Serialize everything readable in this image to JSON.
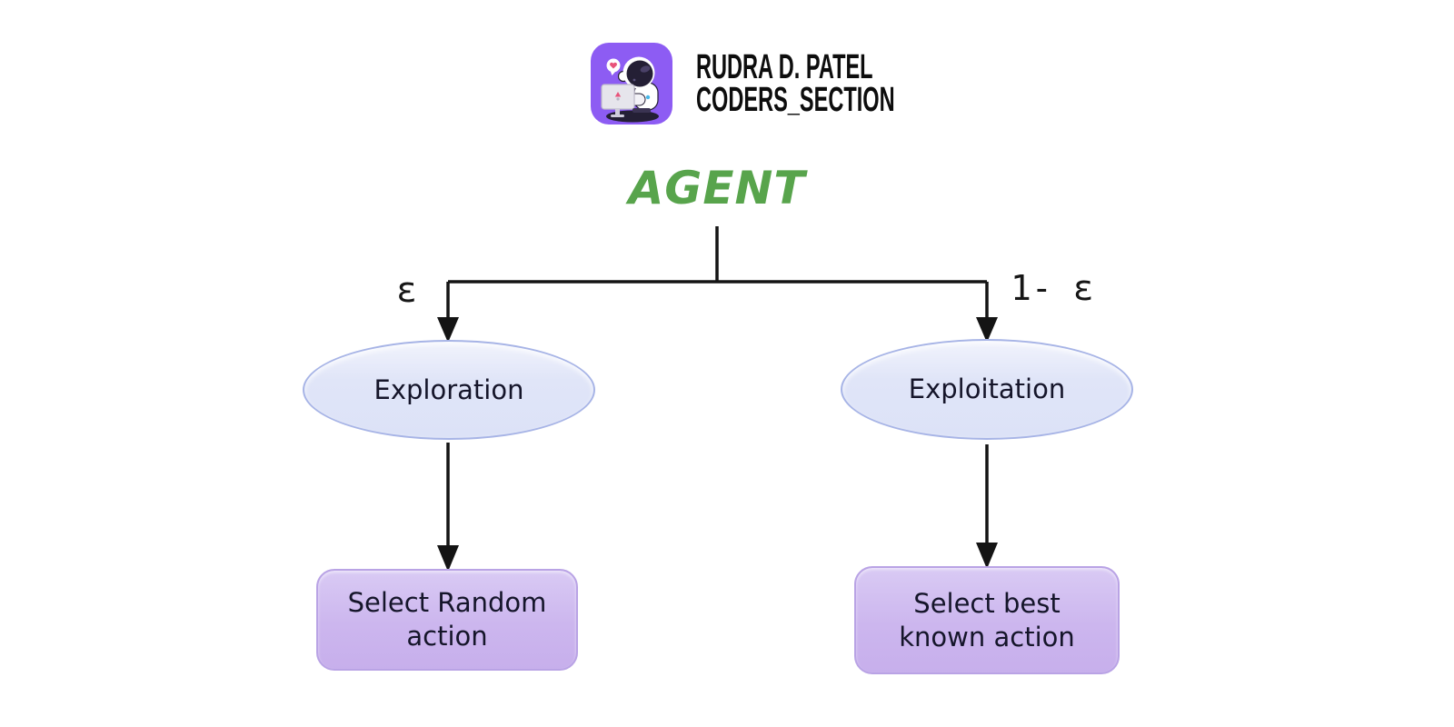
{
  "header": {
    "logo_icon": "astronaut-at-computer",
    "logo_bg_color": "#8d5cf3",
    "logo_line1": "RUDRA D. PATEL",
    "logo_line2": "CODERS_SECTION"
  },
  "diagram": {
    "title": "AGENT",
    "title_color": "#58a44c",
    "line_color": "#141414",
    "edges": {
      "left_label": "ε",
      "right_label": "1- ε"
    },
    "nodes": {
      "exploration": {
        "label": "Exploration",
        "shape": "ellipse",
        "fill": "#dfe4f8",
        "border": "#a7b4e6"
      },
      "exploitation": {
        "label": "Exploitation",
        "shape": "ellipse",
        "fill": "#dfe4f8",
        "border": "#a7b4e6"
      },
      "random_action": {
        "label": "Select Random\naction",
        "shape": "rounded-rect",
        "fill": "#ccb6ee",
        "border": "#b9a3e5"
      },
      "best_action": {
        "label": "Select best\nknown action",
        "shape": "rounded-rect",
        "fill": "#ccb6ee",
        "border": "#b9a3e5"
      }
    }
  }
}
